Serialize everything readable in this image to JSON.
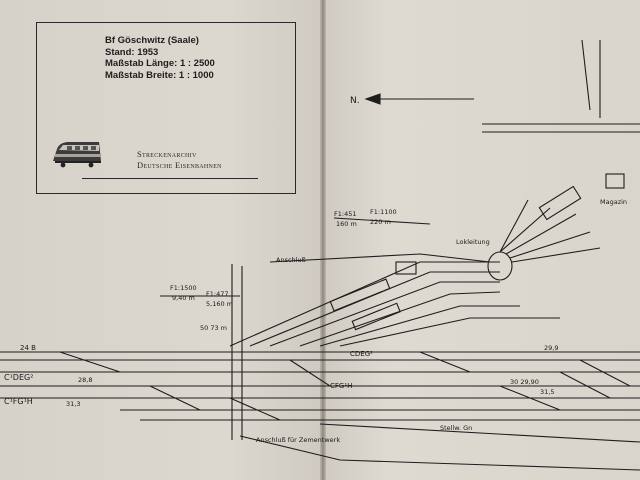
{
  "title_block": {
    "station": "Bf Göschwitz (Saale)",
    "year": "Stand: 1953",
    "scale_length": "Maßstab Länge: 1 : 2500",
    "scale_width": "Maßstab Breite: 1 : 1000",
    "archive_line1": "Streckenarchiv",
    "archive_line2": "Deutsche Eisenbahnen",
    "train_icon": "railcar-icon"
  },
  "plan": {
    "north_label": "N.",
    "labels": {
      "anschluss": "Anschluß",
      "lokleitung": "Lokleitung",
      "magazin": "Magazin",
      "stellw": "Stellw. Gn",
      "anschluss_bottom": "Anschluß für Zementwerk",
      "sig_f1_451": "F1:451",
      "sig_f1_1100": "F1:1100",
      "sig_160m": "160 m",
      "sig_220m": "220 m",
      "sig_f1_1500": "F1:1500",
      "sig_f1_477": "F1:477",
      "sig_9_40m": "9,40 m",
      "sig_5_160m": "5,160 m",
      "sig_50_73": "50 73 m",
      "track_cdeg": "C¹DEG²",
      "track_cfgh_left": "C¹FG¹H",
      "track_cfgh_mid": "CFG¹H",
      "track_cdeg_mid": "CDEG²",
      "track_24": "24 B",
      "km_28_8": "28,8",
      "km_31_3": "31,3",
      "km_31_5": "31,5",
      "km_30_29": "30 29,90",
      "km_29_9": "29,9"
    }
  }
}
